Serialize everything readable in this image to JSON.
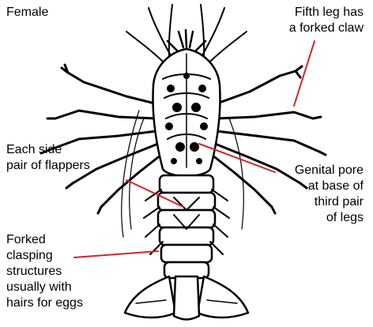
{
  "labels": {
    "female": "Female",
    "fifth_leg": [
      "Fifth leg has",
      "a forked claw"
    ],
    "side_flappers": [
      "Each side",
      "pair of flappers"
    ],
    "genital_pore": [
      "Genital pore",
      "at base of",
      "third pair",
      "of legs"
    ],
    "forked_clasping": [
      "Forked",
      "clasping",
      "structures",
      "usually with",
      "hairs for eggs"
    ]
  },
  "colors": {
    "pointer": "#d2232a",
    "ink": "#000000",
    "background": "#ffffff"
  }
}
